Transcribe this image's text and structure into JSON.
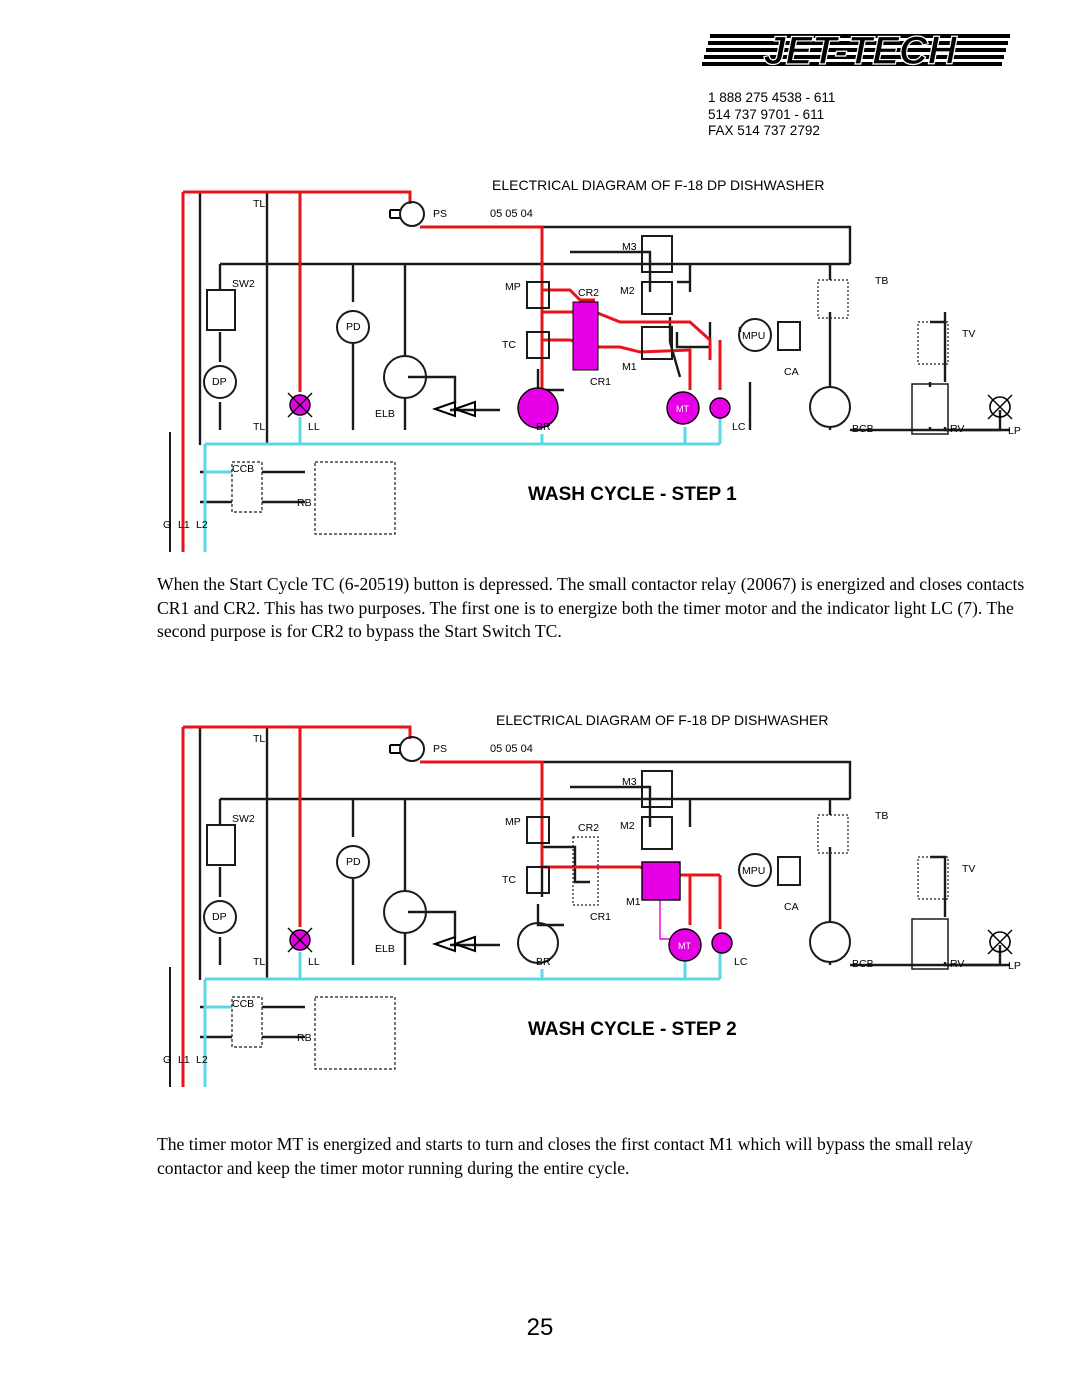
{
  "header": {
    "logo_text": "JET-TECH",
    "contact_lines": [
      "1 888 275 4538 - 611",
      "514 737 9701 - 611",
      "FAX 514 737 2792"
    ]
  },
  "diagrams": [
    {
      "title": "ELECTRICAL DIAGRAM OF F-18 DP DISHWASHER",
      "date": "05 05 04",
      "step_title": "WASH CYCLE - STEP 1",
      "labels": {
        "TL": "TL",
        "PS": "PS",
        "M3": "M3",
        "SW2": "SW2",
        "MP": "MP",
        "CR2": "CR2",
        "M2": "M2",
        "TB": "TB",
        "PD": "PD",
        "TC": "TC",
        "MPU": "MPU",
        "TV": "TV",
        "M1": "M1",
        "CA": "CA",
        "CR1": "CR1",
        "DP": "DP",
        "ELB": "ELB",
        "BR": "BR",
        "MT": "MT",
        "LL": "LL",
        "LC": "LC",
        "BCB": "BCB",
        "RV": "RV",
        "LP": "LP",
        "CCB": "CCB",
        "RB": "RB",
        "G": "G",
        "L1": "L1",
        "L2": "L2"
      }
    },
    {
      "title": "ELECTRICAL DIAGRAM OF F-18 DP DISHWASHER",
      "date": "05 05 04",
      "step_title": "WASH CYCLE - STEP 2",
      "labels": {
        "TL": "TL",
        "PS": "PS",
        "M3": "M3",
        "SW2": "SW2",
        "MP": "MP",
        "CR2": "CR2",
        "M2": "M2",
        "TB": "TB",
        "PD": "PD",
        "TC": "TC",
        "MPU": "MPU",
        "TV": "TV",
        "M1": "M1",
        "CA": "CA",
        "CR1": "CR1",
        "DP": "DP",
        "ELB": "ELB",
        "BR": "BR",
        "MT": "MT",
        "LL": "LL",
        "LC": "LC",
        "BCB": "BCB",
        "RV": "RV",
        "LP": "LP",
        "CCB": "CCB",
        "RB": "RB",
        "G": "G",
        "L1": "L1",
        "L2": "L2"
      }
    }
  ],
  "paragraphs": [
    "When the Start Cycle TC (6-20519) button is depressed. The small contactor relay (20067) is energized and closes contacts CR1 and CR2. This has two purposes. The first one is to energize both the timer motor and the indicator light LC (7).  The second purpose is for CR2 to bypass the Start Switch TC.",
    "The timer motor MT is energized and starts to turn and closes the first contact M1 which will bypass the small relay contactor and keep the timer motor running during the entire cycle."
  ],
  "page_number": "25",
  "colors": {
    "energized_line": "#e8141c",
    "neutral_line": "#5ad8e6",
    "energized_component": "#e600e6",
    "wire": "#1a1a1a"
  }
}
